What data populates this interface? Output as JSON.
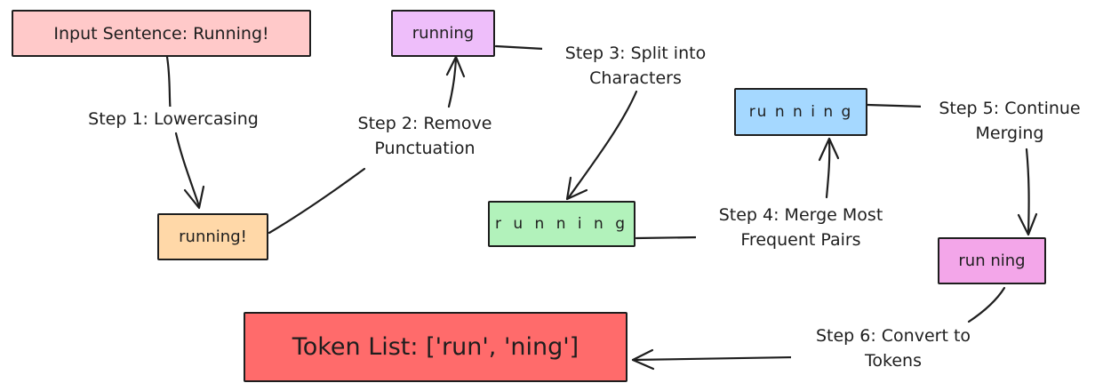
{
  "nodes": {
    "input": {
      "text": "Input Sentence: Running!",
      "fill": "#ffc9c9"
    },
    "lower": {
      "text": "running!",
      "fill": "#ffd8a8"
    },
    "clean": {
      "text": "running",
      "fill": "#eebefa"
    },
    "chars": {
      "text": "r u n n i n g",
      "fill": "#b2f2bb"
    },
    "merge1": {
      "text": "ru n n i n g",
      "fill": "#a5d8ff"
    },
    "merge2": {
      "text": "run ning",
      "fill": "#f3a6e9"
    },
    "tokens": {
      "text": "Token List: ['run', 'ning']",
      "fill": "#ff6b6b"
    }
  },
  "steps": {
    "s1": {
      "lines": [
        "Step 1: Lowercasing"
      ]
    },
    "s2": {
      "lines": [
        "Step 2: Remove",
        "Punctuation"
      ]
    },
    "s3": {
      "lines": [
        "Step 3: Split into",
        "Characters"
      ]
    },
    "s4": {
      "lines": [
        "Step 4: Merge Most",
        "Frequent Pairs"
      ]
    },
    "s5": {
      "lines": [
        "Step 5: Continue",
        "Merging"
      ]
    },
    "s6": {
      "lines": [
        "Step 6: Convert to",
        "Tokens"
      ]
    }
  },
  "stroke_color": "#1e1e1e"
}
